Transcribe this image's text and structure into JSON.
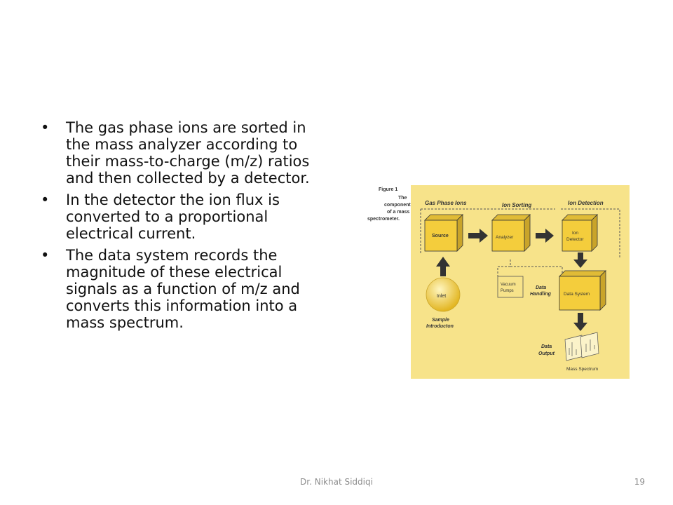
{
  "slide": {
    "bullets": [
      "The gas phase ions are sorted in the mass analyzer according to their mass-to-charge (m/z) ratios and then collected by a detector.",
      " In the detector the ion flux is converted to a proportional electrical current.",
      "The data system records the magnitude of these electrical signals as a function of m/z and converts this information into a mass spectrum."
    ],
    "footer_author": "Dr. Nikhat Siddiqi",
    "page_number": "19"
  },
  "figure": {
    "caption": [
      "Figure 1",
      "The",
      "components",
      "of a mass",
      "spectrometer."
    ],
    "headers": {
      "gas_phase": "Gas Phase Ions",
      "ion_sorting": "Ion Sorting",
      "ion_detection": "Ion Detection"
    },
    "boxes": {
      "source": "Source",
      "analyzer": "Analyzer",
      "ion_detector_1": "Ion",
      "ion_detector_2": "Detector",
      "data_system": "Data System",
      "vacuum_1": "Vacuum",
      "vacuum_2": "Pumps",
      "inlet": "Inlet"
    },
    "labels": {
      "sample_1": "Sample",
      "sample_2": "Introducton",
      "data_handling_1": "Data",
      "data_handling_2": "Handling",
      "data_output_1": "Data",
      "data_output_2": "Output",
      "mass_spectrum": "Mass Spectrum"
    },
    "colors": {
      "panel": "#f7e38a",
      "box": "#f4cd3c",
      "box_side": "#c9a42a",
      "arrow": "#333333"
    }
  }
}
